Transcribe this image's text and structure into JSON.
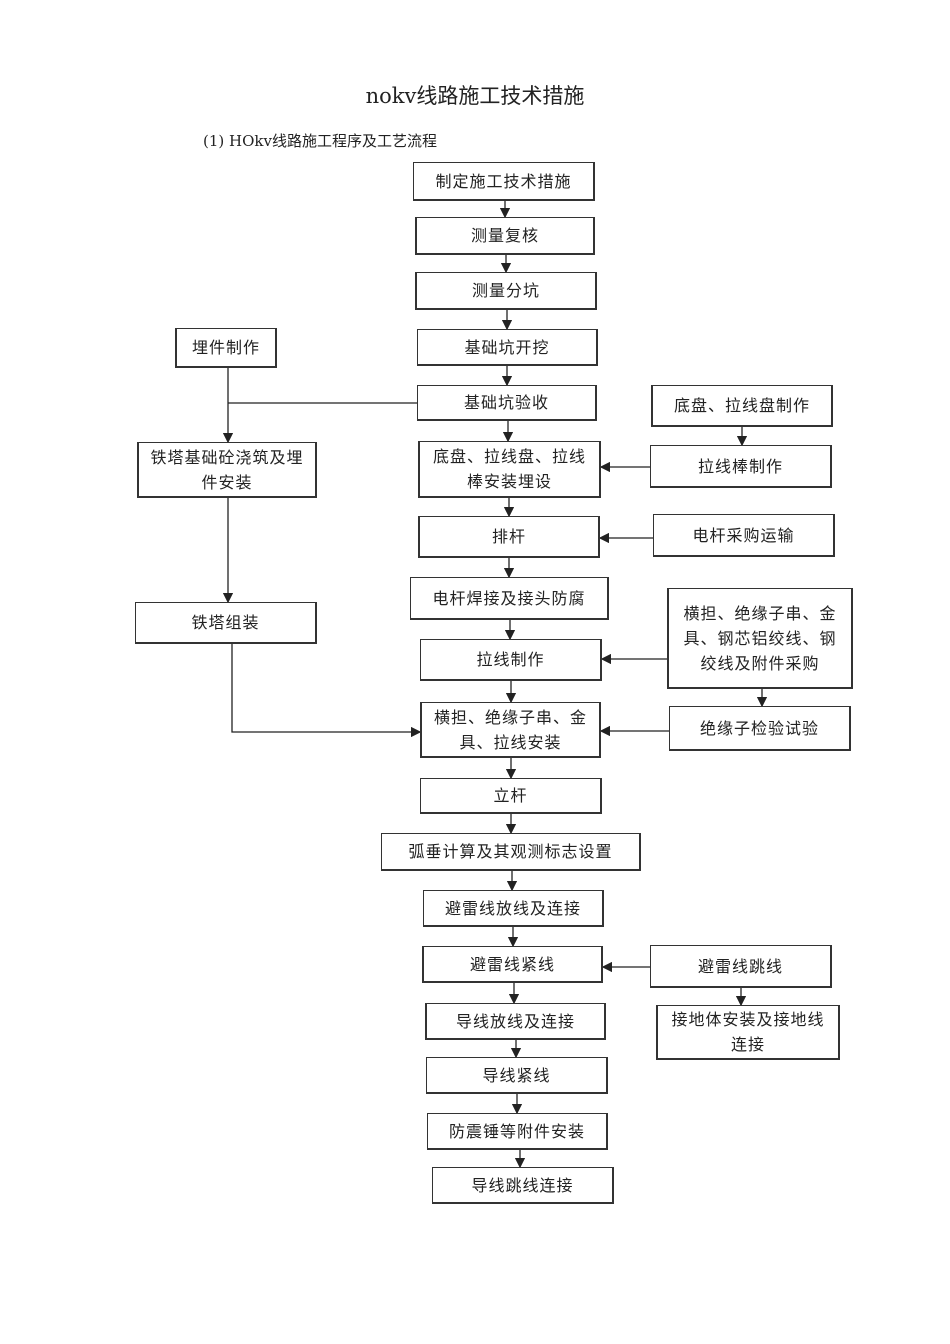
{
  "document": {
    "title": "nokv线路施工技术措施",
    "subtitle": "(1) HOkv线路施工程序及工艺流程"
  },
  "flowchart": {
    "main": [
      "制定施工技术措施",
      "测量复核",
      "测量分坑",
      "基础坑开挖",
      "基础坑验收",
      "底盘、拉线盘、拉线棒安装埋设",
      "排杆",
      "电杆焊接及接头防腐",
      "拉线制作",
      "横担、绝缘子串、金具、拉线安装",
      "立杆",
      "弧垂计算及其观测标志设置",
      "避雷线放线及连接",
      "避雷线紧线",
      "导线放线及连接",
      "导线紧线",
      "防震锤等附件安装",
      "导线跳线连接"
    ],
    "left": [
      "埋件制作",
      "铁塔基础砼浇筑及埋件安装",
      "铁塔组装"
    ],
    "right": [
      "底盘、拉线盘制作",
      "拉线棒制作",
      "电杆采购运输",
      "横担、绝缘子串、金具、钢芯铝绞线、钢绞线及附件采购",
      "绝缘子检验试验",
      "避雷线跳线",
      "接地体安装及接地线连接"
    ]
  }
}
